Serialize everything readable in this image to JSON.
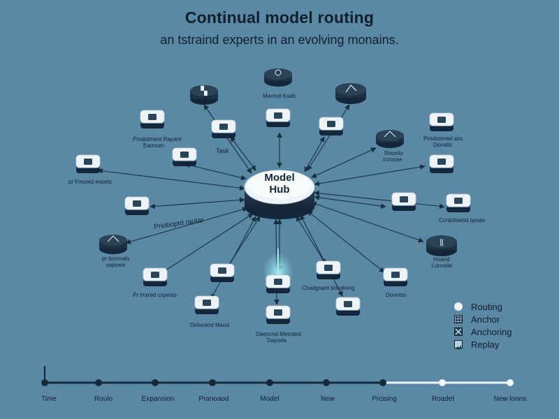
{
  "header": {
    "title": "Continual model routing",
    "subtitle": "an tstraind experts in an evolving monains."
  },
  "hub": {
    "label_line1": "Model",
    "label_line2": "Hub"
  },
  "node_labels": {
    "top_left_a": "Prodotment Rapant",
    "top_left_b": "Eaonum",
    "task": "Task",
    "top_center": "Marmol Ksab",
    "right_a_1": "Prodoomed ass",
    "right_a_2": "Donatis",
    "right_b_1": "Rooslio",
    "right_b_2": "ccrvose",
    "left_experts": "pr Fmonid expets",
    "router": "Prioboptd rautar",
    "left_lower_1": "pr bonmals",
    "left_lower_2": "ospoeis",
    "bottom_left_experts": "Pr lrrared cxpests",
    "bottom_left_2": "Dirloceod Maod",
    "bottom_center_1": "Daencod Mesoted",
    "bottom_center_2": "Daporia",
    "bottom_mid_right": "Chadgoant bocaleing",
    "bottom_right_1": "Donntss",
    "right_lower_1": "Ccrdolownd opsas",
    "right_lower_2_a": "Hoand",
    "right_lower_2_b": "Lonndar"
  },
  "legend": {
    "items": [
      {
        "label": "Routing",
        "icon": "dot-icon"
      },
      {
        "label": "Anchor",
        "icon": "grid-icon"
      },
      {
        "label": "Anchoring",
        "icon": "x-box-icon"
      },
      {
        "label": "Replay",
        "icon": "image-icon"
      }
    ]
  },
  "timeline": {
    "labels": [
      "Time",
      "Roulo",
      "Expansion",
      "Pranoaod",
      "Model",
      "New",
      "Prcising",
      "Roadet",
      "New loons"
    ]
  },
  "colors": {
    "background": "#5b88a5",
    "node_dark": "#1c3242",
    "node_ring": "#2d5a84",
    "node_top": "#eef3f6",
    "arrow": "#17303f",
    "timeline_dark": "#142a38",
    "timeline_light": "#f2f6f8",
    "glow": "#7fe0ea"
  }
}
